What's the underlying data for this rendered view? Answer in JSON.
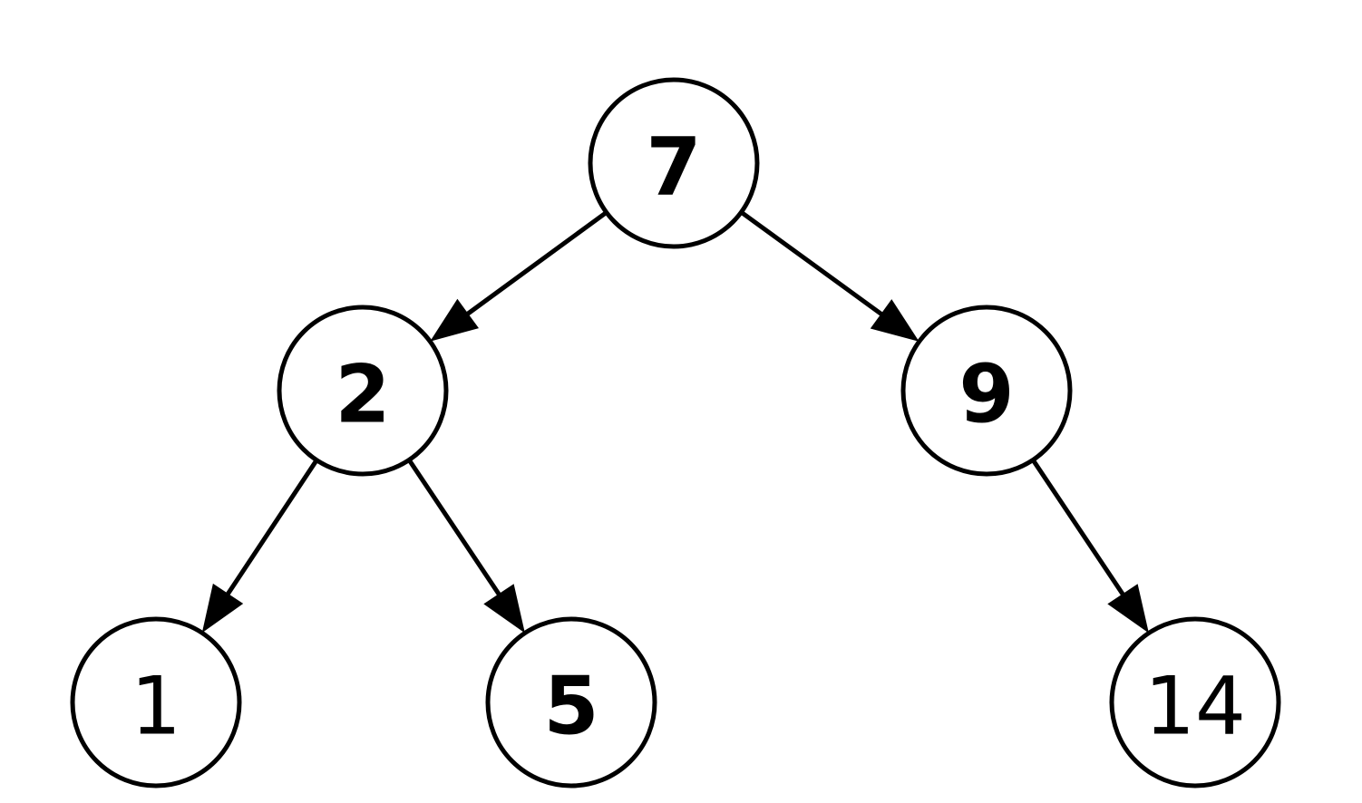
{
  "diagram": {
    "nodes": [
      {
        "id": "n7",
        "label": "7",
        "bold": true
      },
      {
        "id": "n2",
        "label": "2",
        "bold": true
      },
      {
        "id": "n9",
        "label": "9",
        "bold": true
      },
      {
        "id": "n1",
        "label": "1",
        "bold": false
      },
      {
        "id": "n5",
        "label": "5",
        "bold": true
      },
      {
        "id": "n14",
        "label": "14",
        "bold": false
      }
    ],
    "edges": [
      {
        "from": "n7",
        "to": "n2"
      },
      {
        "from": "n7",
        "to": "n9"
      },
      {
        "from": "n2",
        "to": "n1"
      },
      {
        "from": "n2",
        "to": "n5"
      },
      {
        "from": "n9",
        "to": "n14"
      }
    ]
  },
  "colors": {
    "stroke": "#000000",
    "fill": "#ffffff"
  }
}
